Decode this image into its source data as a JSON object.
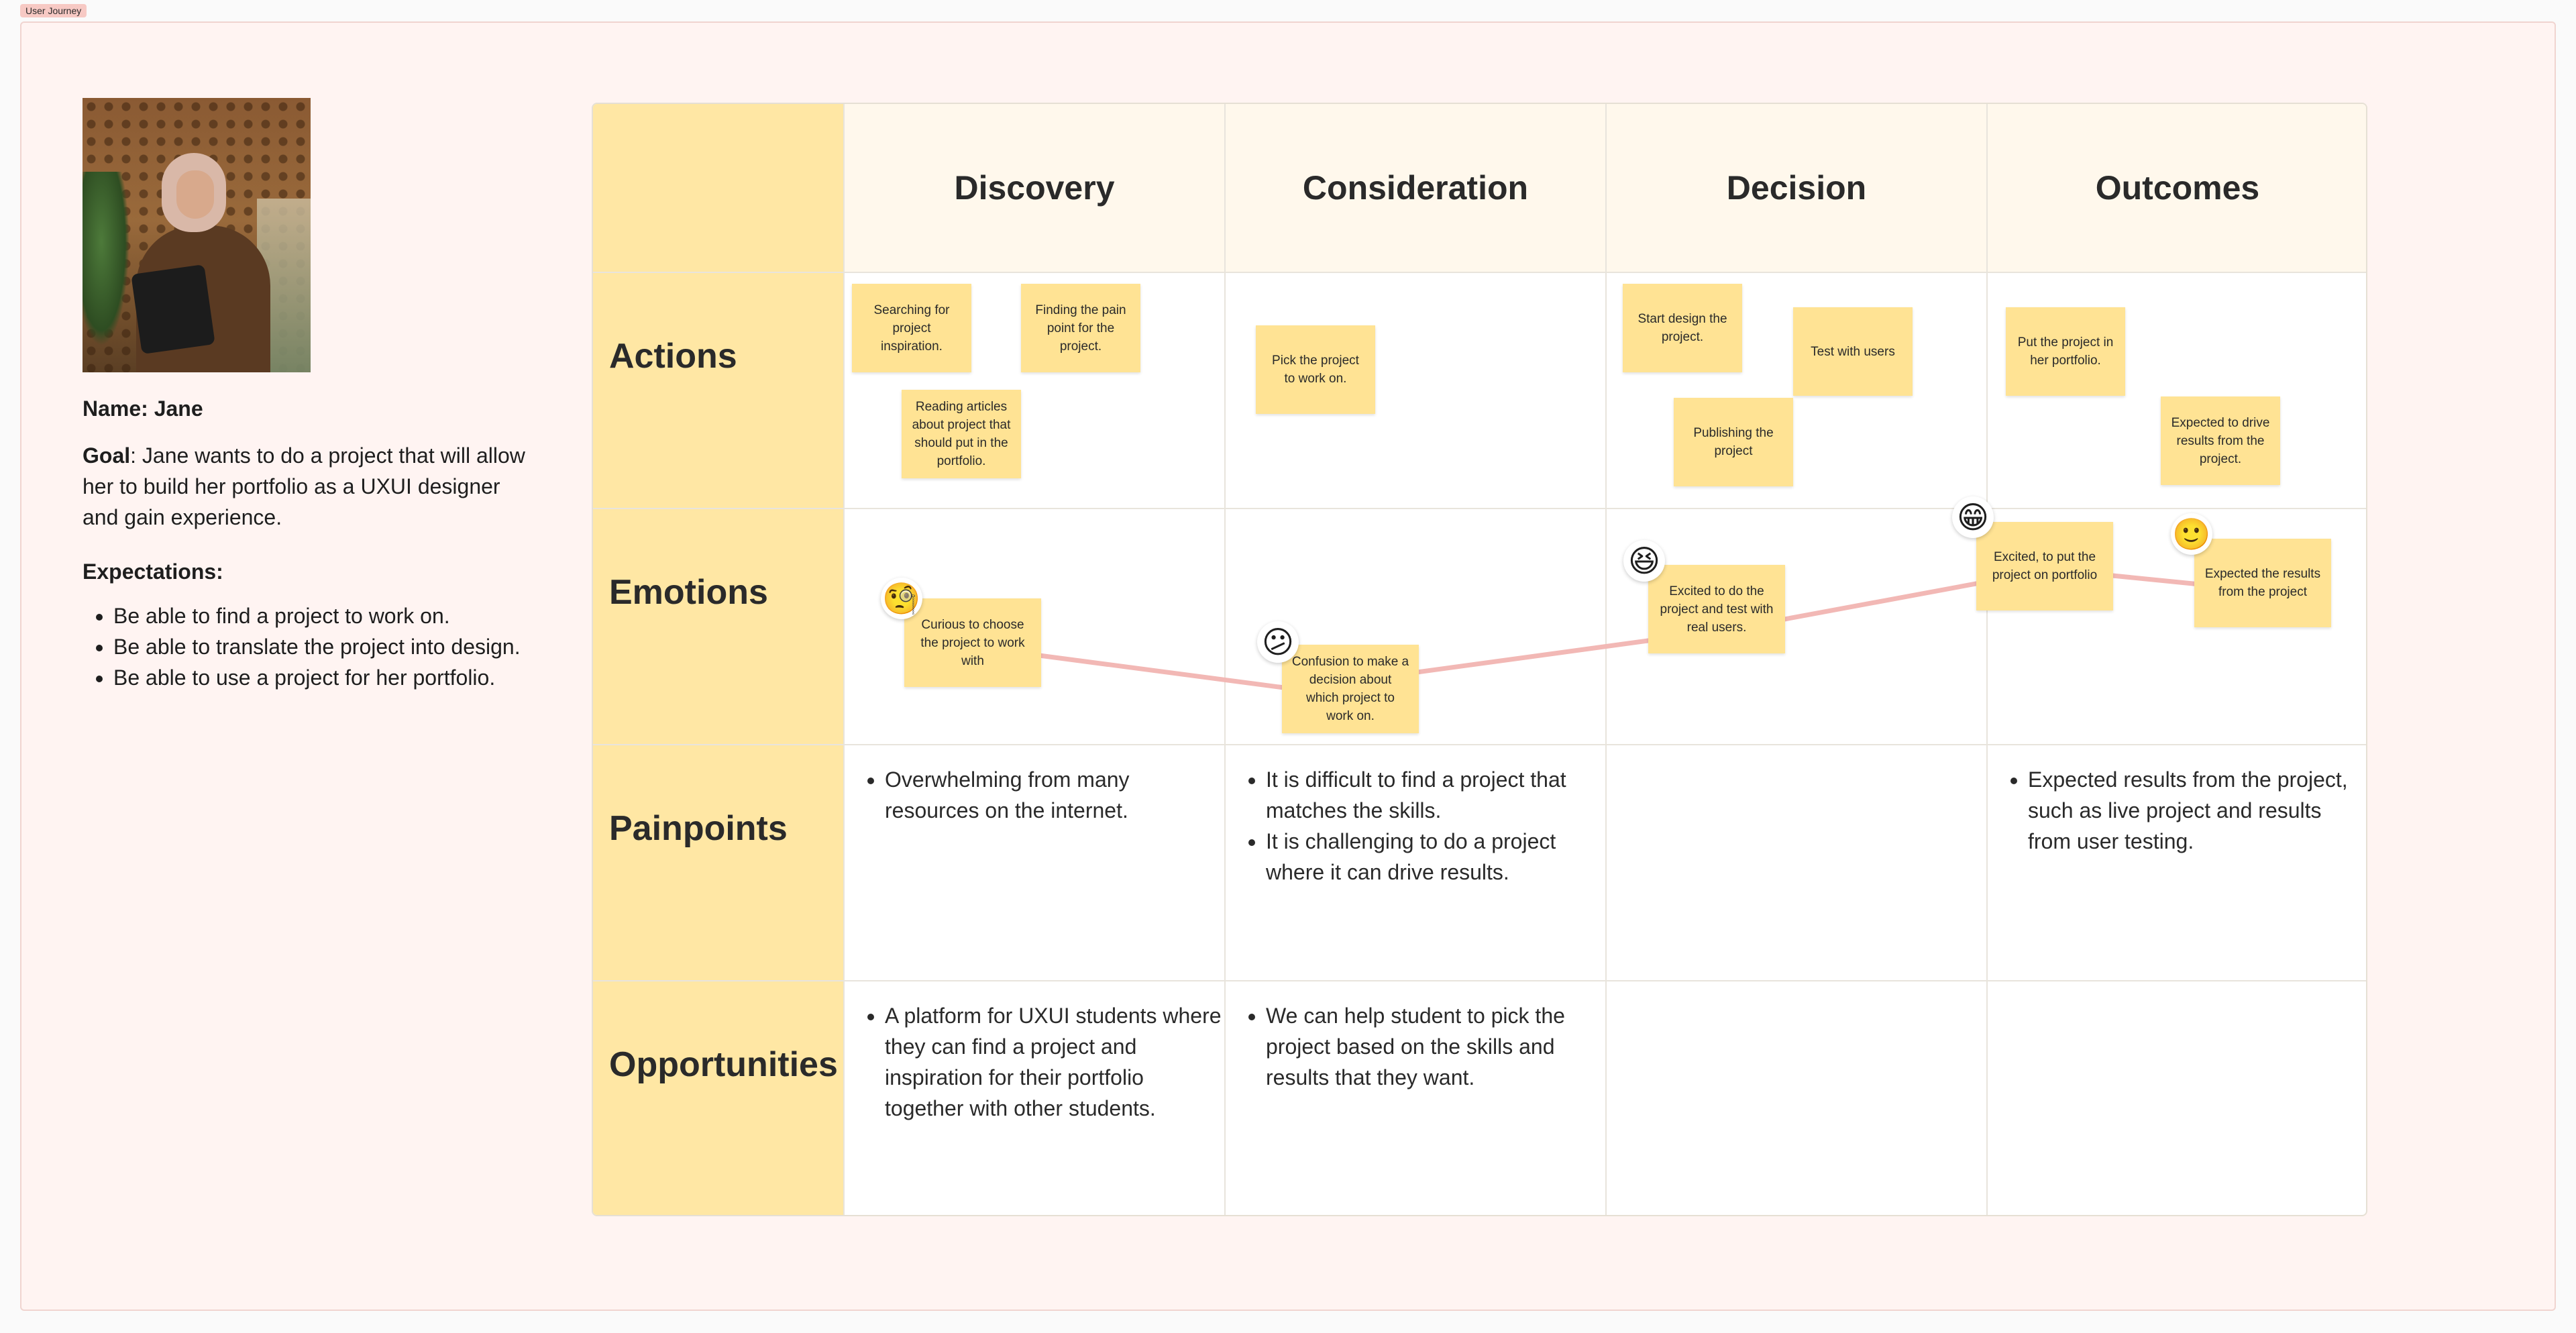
{
  "frame": {
    "tag": "User Journey"
  },
  "persona": {
    "name_label": "Name: Jane",
    "goal_label": "Goal",
    "goal_text": ": Jane wants to do a project that will allow her to build her portfolio as a UXUI designer and gain experience.",
    "expectations_label": "Expectations:",
    "expectations": [
      "Be able to find a project to work on.",
      "Be able to translate the project into design.",
      "Be able to use a project for her portfolio."
    ]
  },
  "columns": [
    "Discovery",
    "Consideration",
    "Decision",
    "Outcomes"
  ],
  "rows": [
    "Actions",
    "Emotions",
    "Painpoints",
    "Opportunities"
  ],
  "actions": {
    "discovery": [
      "Searching for project inspiration.",
      "Finding the pain point for the project.",
      "Reading articles about project that should put in the portfolio."
    ],
    "consideration": [
      "Pick the project to work on."
    ],
    "decision": [
      "Start design the project.",
      "Test with users",
      "Publishing the project"
    ],
    "outcomes": [
      "Put the project in her portfolio.",
      "Expected to drive results from the project."
    ]
  },
  "emotions": [
    {
      "emoji": "🧐",
      "icon": "monocle-face-icon",
      "text": "Curious to choose the project to work with"
    },
    {
      "emoji": "😕",
      "icon": "confused-face-icon",
      "text": "Confusion to make a decision about which project to work on."
    },
    {
      "emoji": "😆",
      "icon": "grinning-squinting-face-icon",
      "text": "Excited to do the project and test with real users."
    },
    {
      "emoji": "😁",
      "icon": "beaming-face-icon",
      "text": "Excited, to put the project on portfolio"
    },
    {
      "emoji": "🙂",
      "icon": "slightly-smiling-face-icon",
      "text": "Expected the results from the project"
    }
  ],
  "painpoints": {
    "discovery": [
      "Overwhelming from many resources on the internet."
    ],
    "consideration": [
      "It is difficult to find a project that matches the skills.",
      "It is challenging to do a project where it can drive results."
    ],
    "outcomes": [
      "Expected results from the project, such as live project and results from user testing."
    ]
  },
  "opportunities": {
    "discovery": [
      "A platform for UXUI students where they can find a project and inspiration for their portfolio together with other students."
    ],
    "consideration": [
      "We can help student to pick the project based on the skills and results that they want."
    ]
  },
  "colors": {
    "sticky": "#ffe394",
    "row_header": "#ffe7a4",
    "col_header": "#fff8ec",
    "frame_bg": "#fff4f2",
    "curve": "#f2b8b5"
  }
}
